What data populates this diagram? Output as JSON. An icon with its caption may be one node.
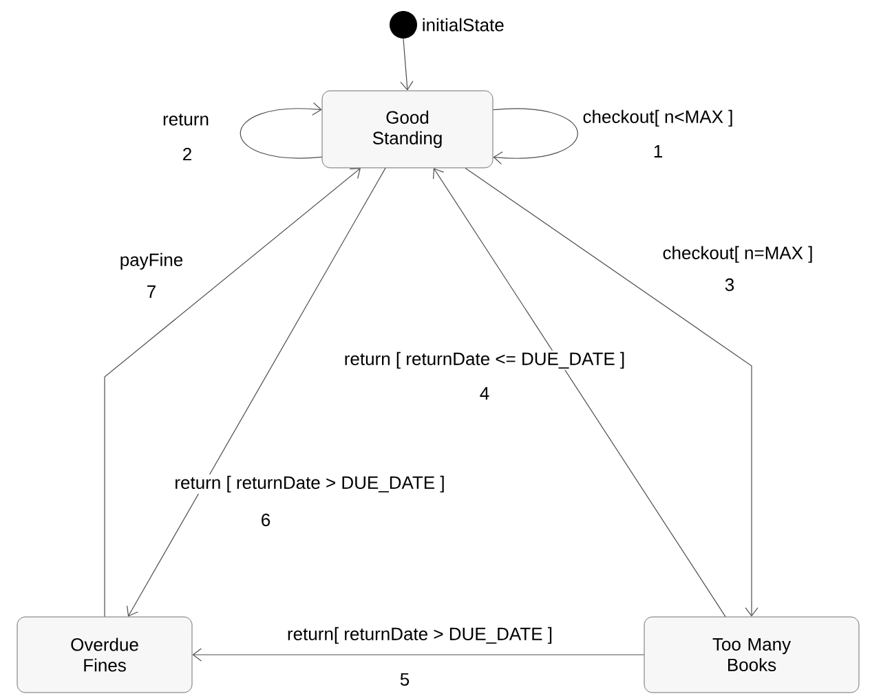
{
  "diagram": {
    "nodes": [
      {
        "text": [],
        "shape": "circle",
        "beside": [
          "initialState"
        ]
      },
      {
        "text": [
          "Good Standing"
        ]
      },
      {
        "text": [
          "Overdue Fines"
        ]
      },
      {
        "text": [
          "Too Many Books"
        ]
      }
    ],
    "edges": [
      {
        "from": 0,
        "to": 1,
        "arrow": "to"
      },
      {
        "from": 1,
        "to": 1,
        "arrow": "to",
        "label": "checkout[ n<MAX ]"
      },
      {
        "from": 1,
        "to": 1,
        "arrow": "to",
        "label": "return"
      },
      {
        "from": 1,
        "to": 3,
        "arrow": "to",
        "label": "checkout[ n=MAX ]"
      },
      {
        "from": 3,
        "to": 1,
        "arrow": "to",
        "label": "return [ returnDate <= DUE_DATE ]"
      },
      {
        "from": 3,
        "to": 2,
        "arrow": "to",
        "label": "return[ returnDate > DUE_DATE ]"
      },
      {
        "from": 1,
        "to": 2,
        "arrow": "to",
        "label": "return [ returnDate > DUE_DATE ]"
      },
      {
        "from": 2,
        "to": 1,
        "arrow": "to",
        "label": "payFine"
      }
    ],
    "labels": [
      "2",
      "1",
      "7",
      "3",
      "4",
      "6",
      "5"
    ]
  }
}
